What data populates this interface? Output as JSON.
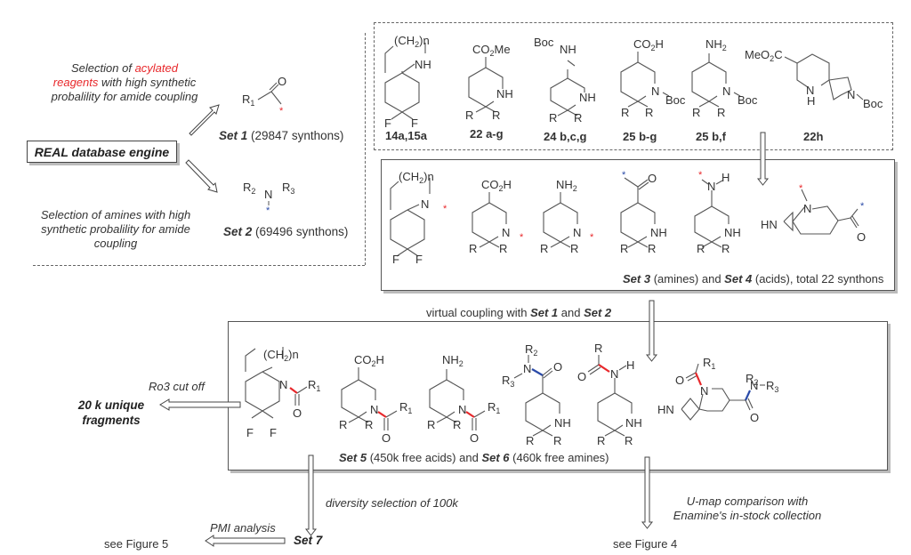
{
  "left_panel": {
    "acyl_text_line1_prefix": "Selection of ",
    "acyl_text_line1_highlight": "acylated",
    "acyl_text_line2_highlight": "reagents",
    "acyl_text_line2_rest": " with high synthetic",
    "acyl_text_line3": "probalility for amide coupling",
    "engine_label": "REAL database engine",
    "amine_text_line1": "Selection of amines with high",
    "amine_text_line2": "synthetic probalility for amide",
    "amine_text_line3": "coupling",
    "set1_name": "Set 1",
    "set1_count": " (29847 synthons)",
    "set2_name": "Set 2",
    "set2_count": " (69496 synthons)",
    "set1_struct": {
      "r": "R",
      "sub": "1",
      "o": "O",
      "star": "*"
    },
    "set2_struct": {
      "r2": "R",
      "r2sub": "2",
      "n": "N",
      "r3": "R",
      "r3sub": "3",
      "star": "*"
    }
  },
  "building_blocks": {
    "compounds": [
      {
        "id": "14a,15a",
        "groups": [
          "(CH2)n",
          "NH",
          "F",
          "F"
        ]
      },
      {
        "id": "22 a-g",
        "groups": [
          "CO2Me",
          "NH",
          "R",
          "R"
        ]
      },
      {
        "id": "24 b,c,g",
        "groups": [
          "Boc",
          "NH",
          "NH",
          "R",
          "R"
        ]
      },
      {
        "id": "25 b-g",
        "groups": [
          "CO2H",
          "N",
          "Boc",
          "R",
          "R"
        ]
      },
      {
        "id": "25 b,f",
        "groups": [
          "NH2",
          "N",
          "Boc",
          "R",
          "R"
        ]
      },
      {
        "id": "22h",
        "groups": [
          "MeO2C",
          "N",
          "H",
          "N",
          "Boc"
        ]
      }
    ]
  },
  "synthons": {
    "caption_set3": "Set 3",
    "caption_mid1": " (amines) and ",
    "caption_set4": "Set 4",
    "caption_mid2": " (acids), total 22 synthons",
    "star": "*"
  },
  "coupling": {
    "label_prefix": "virtual coupling with ",
    "label_set1": "Set 1",
    "label_and": " and ",
    "label_set2": "Set 2"
  },
  "products": {
    "caption_set5": "Set 5",
    "caption_mid1": " (450k free acids) and ",
    "caption_set6": "Set 6",
    "caption_mid2": " (460k free amines)"
  },
  "ro3": {
    "label": "Ro3 cut off",
    "result_line1": "20 k unique",
    "result_line2": "fragments"
  },
  "bottom": {
    "diversity_label": "diversity selection of 100k",
    "set7": "Set 7",
    "pmi_label": "PMI analysis",
    "see_fig5": "see Figure 5",
    "umap_line1": "U-map comparison with",
    "umap_line2": "Enamine's in-stock collection",
    "see_fig4": "see Figure 4"
  },
  "colors": {
    "red_highlight": "#e8282b",
    "blue_marker": "#2a4aa8"
  }
}
